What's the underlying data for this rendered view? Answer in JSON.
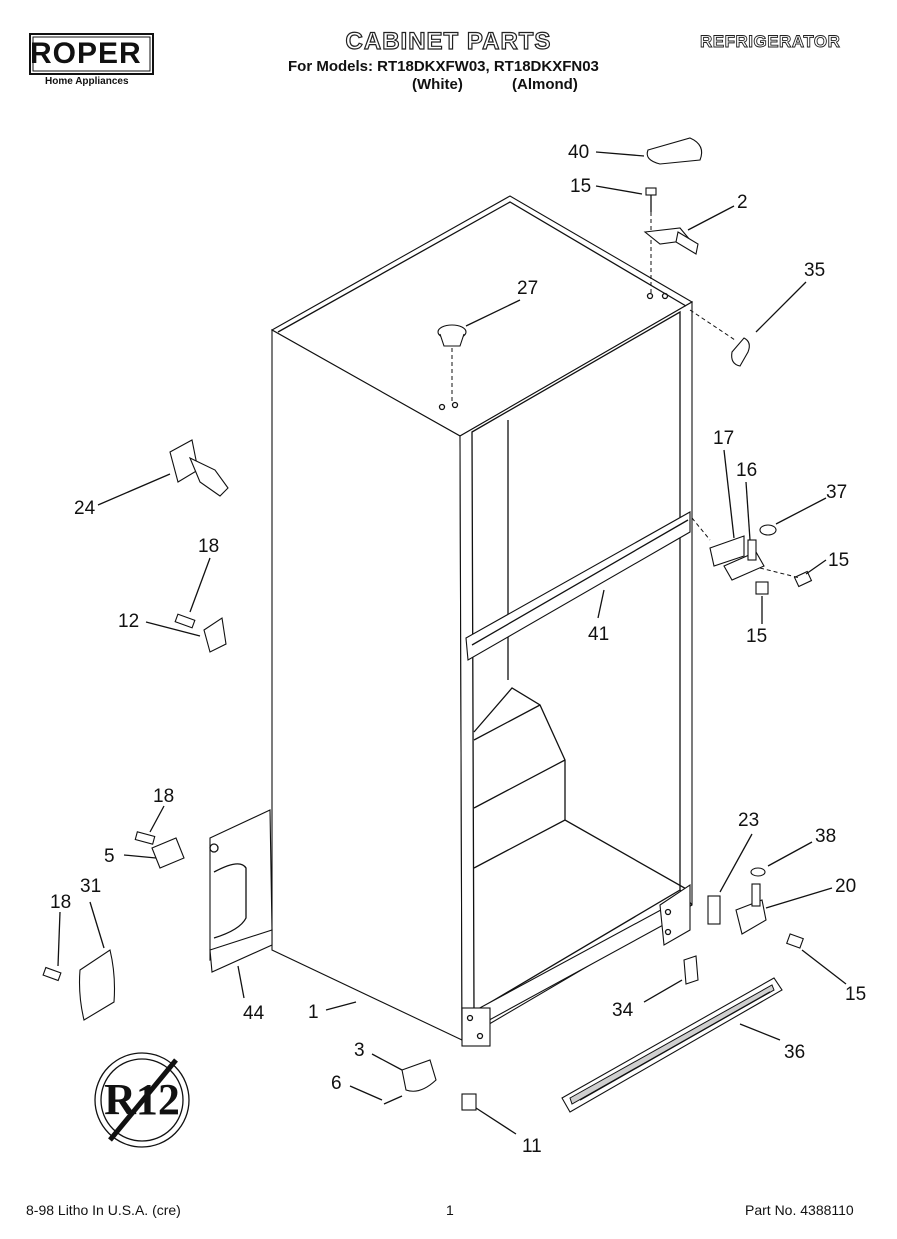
{
  "brand": {
    "name": "ROPER",
    "tagline": "Home Appliances"
  },
  "header": {
    "title": "CABINET PARTS",
    "models_line": "For Models: RT18DKXFW03, RT18DKXFN03",
    "variant_white": "(White)",
    "variant_almond": "(Almond)",
    "section": "REFRIGERATOR"
  },
  "callouts": {
    "c40": "40",
    "c15a": "15",
    "c2": "2",
    "c35": "35",
    "c27": "27",
    "c24": "24",
    "c18a": "18",
    "c12": "12",
    "c17": "17",
    "c16": "16",
    "c37": "37",
    "c15b": "15",
    "c15c": "15",
    "c41": "41",
    "c18b": "18",
    "c5": "5",
    "c31": "31",
    "c18c": "18",
    "c44": "44",
    "c1": "1",
    "c3": "3",
    "c6": "6",
    "c11": "11",
    "c23": "23",
    "c38": "38",
    "c20": "20",
    "c15d": "15",
    "c34": "34",
    "c36": "36"
  },
  "badge": {
    "text": "R12"
  },
  "footer": {
    "left": "8-98 Litho In U.S.A. (cre)",
    "page": "1",
    "part_no": "Part No. 4388110"
  }
}
